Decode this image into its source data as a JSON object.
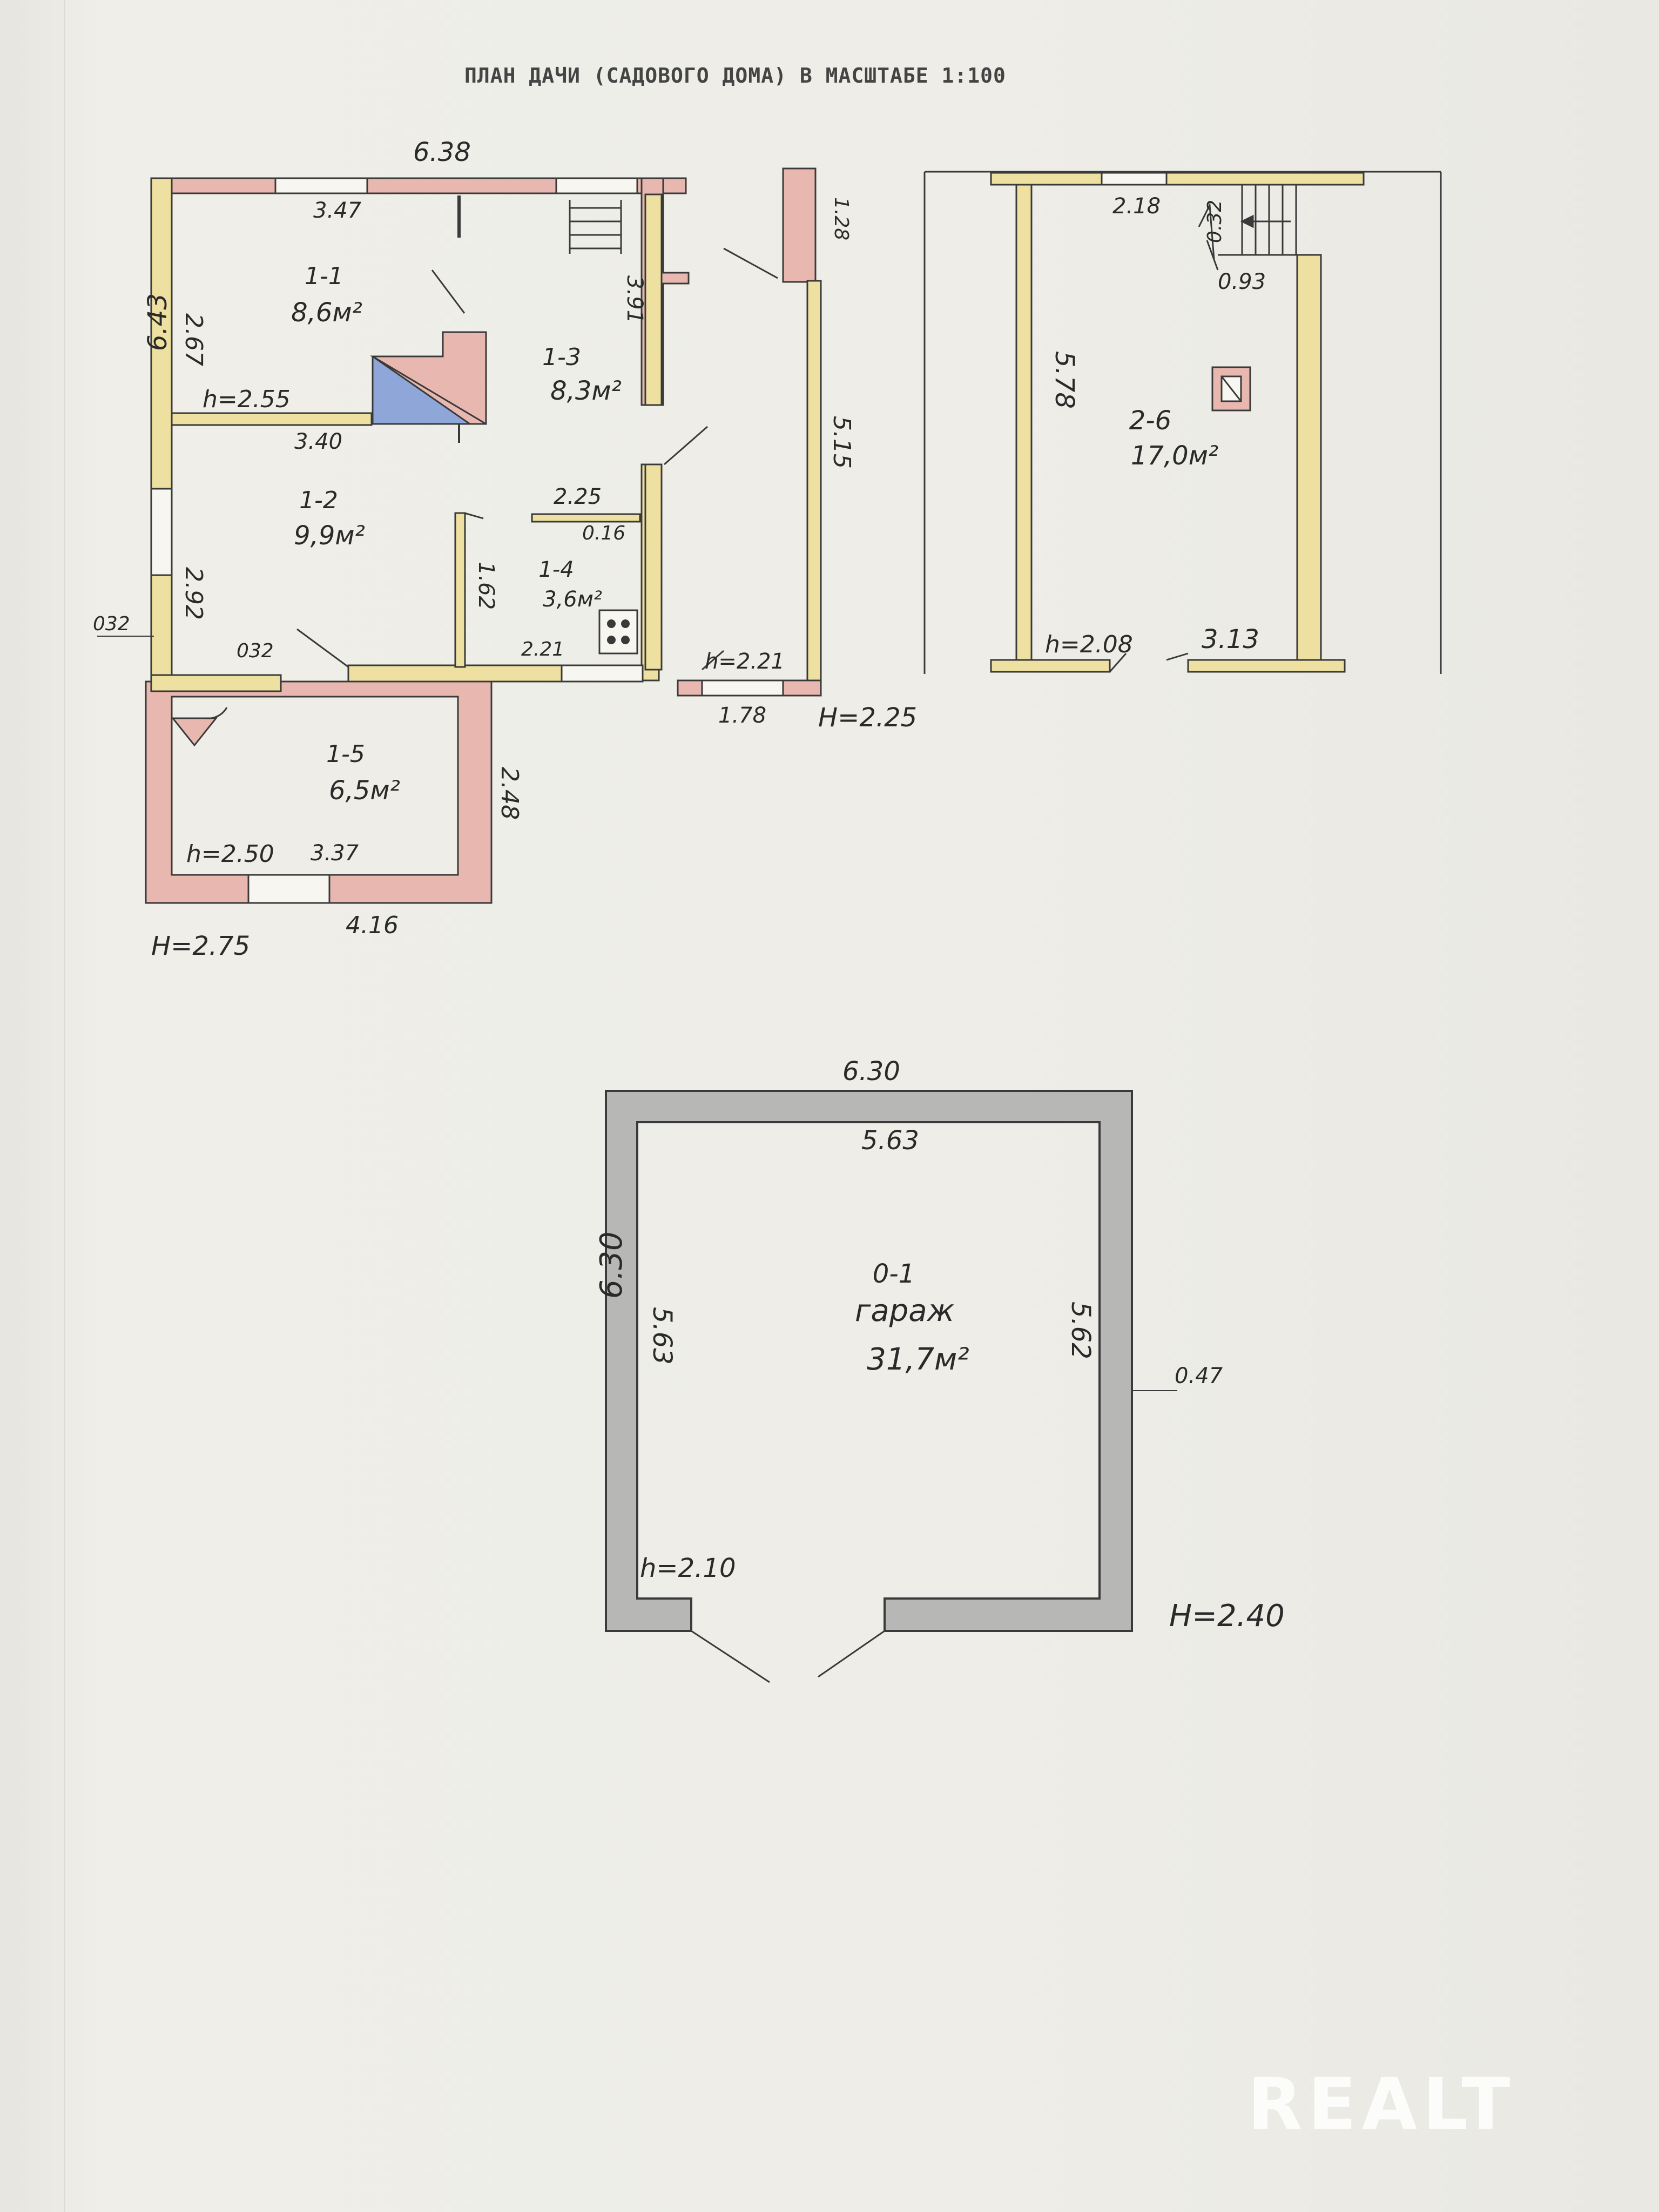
{
  "title": "ПЛАН ДАЧИ (САДОВОГО ДОМА) В МАСШТАБЕ 1:100",
  "watermark": "REALT",
  "colors": {
    "wall_red": "#e8b8b0",
    "wall_yellow": "#eee0a0",
    "wall_grey": "#b7b7b5",
    "stair_blue": "#8fa6d8",
    "line": "#3a3a3a"
  },
  "ground_floor": {
    "dims": {
      "top_outer": "6.38",
      "top_inner": "3.47",
      "left_outer": "6.43",
      "left_room_1_1": "2.67",
      "left_room_1_2": "2.92",
      "wall_thickness": "032",
      "wall_thickness_2": "032",
      "room_1_1_bottom": "3.40",
      "room_1_3_side": "3.91",
      "room_1_4_top": "2.25",
      "room_1_4_partition": "0.16",
      "room_1_4_side": "1.62",
      "room_1_4_bottom": "2.21",
      "veranda_bottom": "1.78",
      "veranda_side": "5.15",
      "veranda_top": "1.28",
      "room_1_5_bottom": "3.37",
      "room_1_5_side": "2.48",
      "porch_outer": "4.16"
    },
    "heights": {
      "h_room_1_1": "h=2.55",
      "h_veranda": "h=2.21",
      "h_room_1_5": "h=2.50",
      "H_total": "H=2.75",
      "H_veranda": "H=2.25"
    },
    "rooms": [
      {
        "code": "1-1",
        "area": "8,6м²"
      },
      {
        "code": "1-2",
        "area": "9,9м²"
      },
      {
        "code": "1-3",
        "area": "8,3м²"
      },
      {
        "code": "1-4",
        "area": "3,6м²"
      },
      {
        "code": "1-5",
        "area": "6,5м²"
      }
    ]
  },
  "attic": {
    "dims": {
      "top": "2.18",
      "stair_width": "0.93",
      "stair_small": "0.32",
      "side": "5.78",
      "bottom": "3.13"
    },
    "heights": {
      "h": "h=2.08"
    },
    "room": {
      "code": "2-6",
      "area": "17,0м²"
    }
  },
  "garage": {
    "dims": {
      "top_outer": "6.30",
      "top_inner": "5.63",
      "left_outer": "6.30",
      "left_inner": "5.63",
      "right_inner": "5.62",
      "wall": "0.47"
    },
    "heights": {
      "h": "h=2.10",
      "H": "H=2.40"
    },
    "room": {
      "code": "0-1",
      "name": "гараж",
      "area": "31,7м²"
    }
  }
}
